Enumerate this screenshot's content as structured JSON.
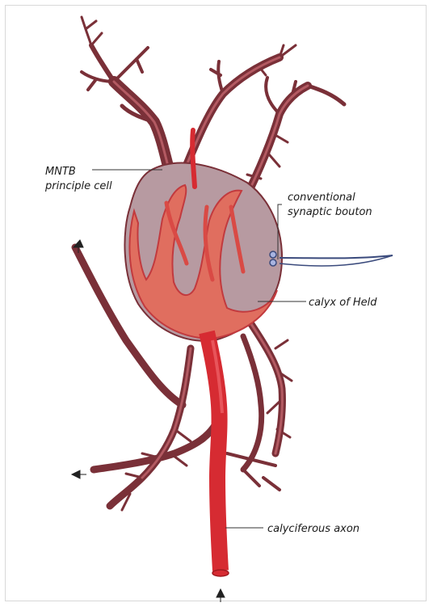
{
  "labels": {
    "principal_cell_line1": "MNTB",
    "principal_cell_line2": "principle cell",
    "bouton_line1": "conventional",
    "bouton_line2": "synaptic bouton",
    "calyx": "calyx of Held",
    "axon": "calyciferous axon"
  },
  "colors": {
    "axon_red": "#d62b32",
    "calyx_fill": "#e06e5f",
    "cell_body": "#b79aa1",
    "dendrite": "#7a3038",
    "bouton_axon": "#3a4a7c"
  }
}
